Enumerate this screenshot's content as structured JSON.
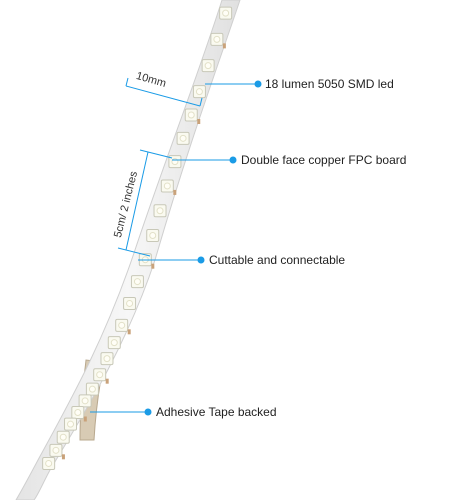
{
  "callouts": {
    "led": "18 lumen 5050 SMD led",
    "board": "Double face copper FPC board",
    "cut": "Cuttable and connectable",
    "tape": "Adhesive Tape backed"
  },
  "dimensions": {
    "width": "10mm",
    "spacing": "5cm/ 2 inches"
  },
  "colors": {
    "accent": "#1a9be6",
    "strip": "#f2f2f2",
    "led": "#fafaf0",
    "pad": "#c9a27a",
    "tape": "#d8cbb4"
  }
}
